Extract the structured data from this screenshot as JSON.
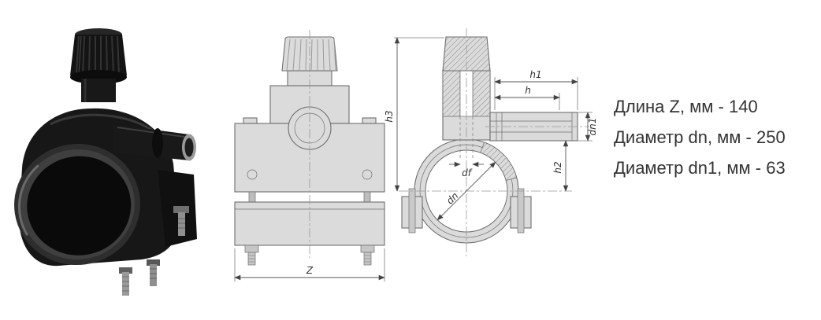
{
  "drawing": {
    "labels": {
      "z": "Z",
      "h3": "h3",
      "h1": "h1",
      "h": "h",
      "dn1": "dn1",
      "h2": "h2",
      "df": "df",
      "dn": "dn"
    }
  },
  "specs": {
    "items": [
      "Длина Z, мм - 140",
      "Диаметр dn, мм - 250",
      "Диаметр dn1, мм - 63"
    ]
  },
  "colors": {
    "drawing_fill": "#dbdbdb",
    "drawing_line": "#6e6e6e",
    "spec_text": "#333333"
  }
}
